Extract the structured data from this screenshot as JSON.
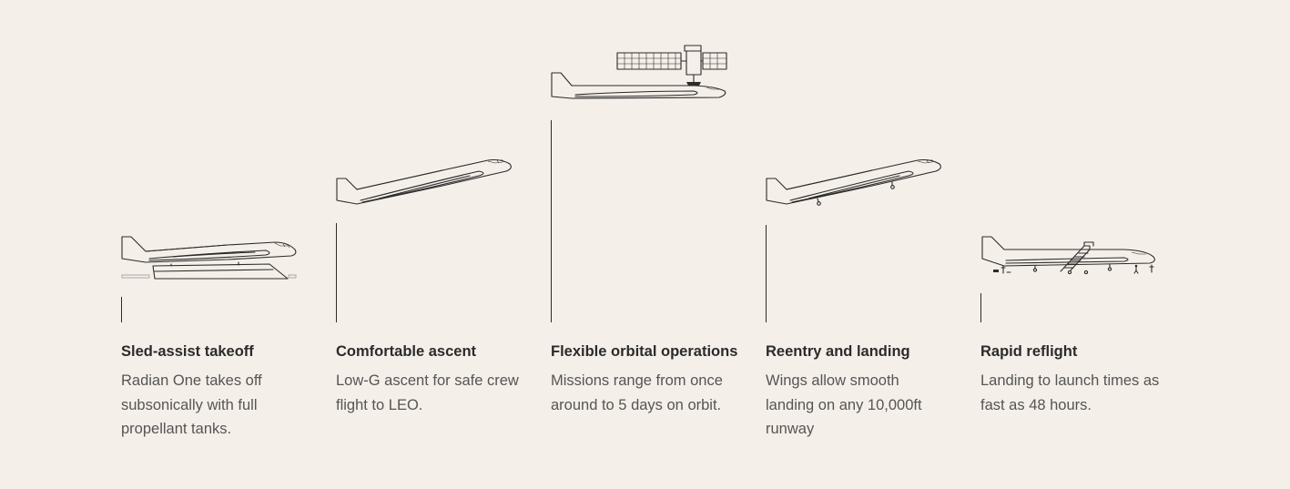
{
  "steps": [
    {
      "title": "Sled-assist takeoff",
      "desc_lines": [
        "Radian One takes off",
        "subsonically with full",
        "propellant tanks."
      ],
      "icon": "plane-on-sled-icon"
    },
    {
      "title": "Comfortable ascent",
      "desc_lines": [
        "Low-G ascent for safe crew",
        "flight to LEO."
      ],
      "icon": "plane-ascending-icon"
    },
    {
      "title": "Flexible orbital operations",
      "desc_lines": [
        "Missions range from once",
        "around to 5 days on orbit."
      ],
      "icon": "plane-docked-with-satellite-icon"
    },
    {
      "title": "Reentry and landing",
      "desc_lines": [
        "Wings allow smooth",
        "landing on any 10,000ft",
        "runway"
      ],
      "icon": "plane-landing-gear-icon"
    },
    {
      "title": "Rapid reflight",
      "desc_lines": [
        "Landing to launch times as",
        "fast as 48 hours."
      ],
      "icon": "plane-ground-servicing-icon"
    }
  ]
}
